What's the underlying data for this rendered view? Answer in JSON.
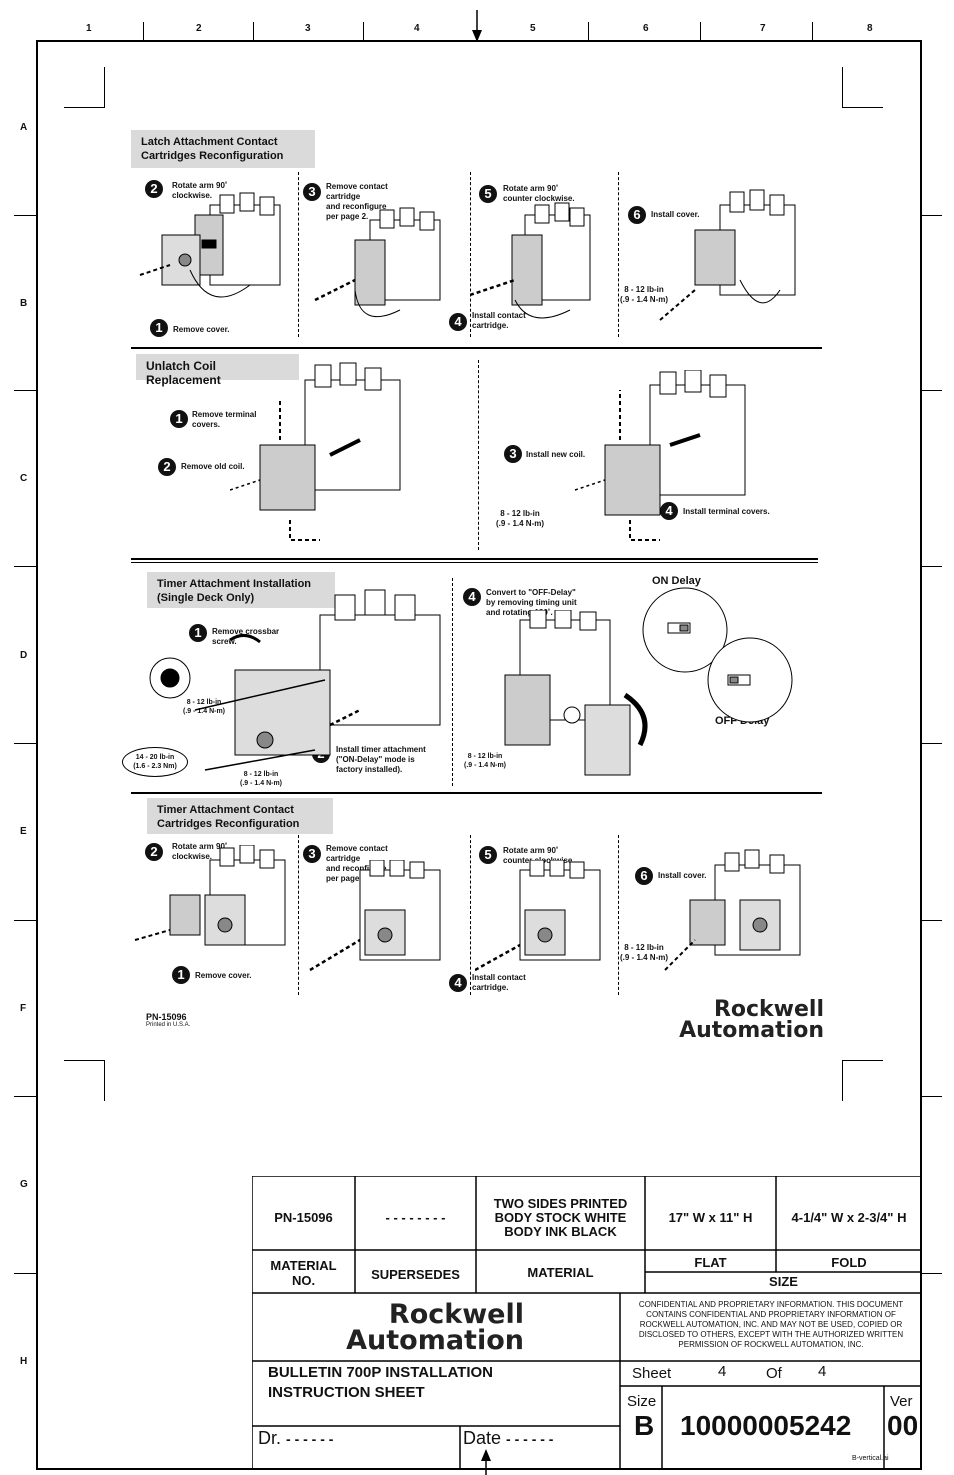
{
  "grid": {
    "columns": [
      "1",
      "2",
      "3",
      "4",
      "5",
      "6",
      "7",
      "8"
    ],
    "rows": [
      "A",
      "B",
      "C",
      "D",
      "E",
      "F",
      "G",
      "H"
    ]
  },
  "sections": {
    "latch": {
      "title_line1": "Latch Attachment Contact",
      "title_line2": "Cartridges Reconfiguration",
      "steps": [
        {
          "num": "2",
          "text_lines": [
            "Rotate arm 90˚",
            "clockwise."
          ]
        },
        {
          "num": "1",
          "text_lines": [
            "Remove cover."
          ]
        },
        {
          "num": "3",
          "text_lines": [
            "Remove contact",
            "cartridge",
            "and reconfigure",
            "per page 2."
          ]
        },
        {
          "num": "5",
          "text_lines": [
            "Rotate arm 90˚",
            "counter clockwise."
          ]
        },
        {
          "num": "4",
          "text_lines": [
            "Install contact",
            "cartridge."
          ]
        },
        {
          "num": "6",
          "text_lines": [
            "Install cover."
          ]
        }
      ],
      "torque_lines": [
        "8 - 12 lb-in",
        "(.9 - 1.4 N-m)"
      ]
    },
    "unlatch": {
      "title": "Unlatch Coil Replacement",
      "steps": [
        {
          "num": "1",
          "text_lines": [
            "Remove terminal",
            "covers."
          ]
        },
        {
          "num": "2",
          "text_lines": [
            "Remove old coil."
          ]
        },
        {
          "num": "3",
          "text_lines": [
            "Install new coil."
          ]
        },
        {
          "num": "4",
          "text_lines": [
            "Install terminal covers."
          ]
        }
      ],
      "torque_lines": [
        "8 - 12 lb-in",
        "(.9 - 1.4 N-m)"
      ]
    },
    "timer_install": {
      "title_line1": "Timer Attachment Installation",
      "title_line2": "(Single Deck Only)",
      "steps": [
        {
          "num": "1",
          "text_lines": [
            "Remove crossbar",
            "screw."
          ]
        },
        {
          "num": "2",
          "text_lines": [
            "Install timer attachment",
            "(\"ON-Delay\" mode is",
            "factory installed)."
          ]
        },
        {
          "num": "4",
          "text_lines": [
            "Convert to \"OFF-Delay\"",
            "by removing timing unit",
            "and rotating 180˚."
          ]
        }
      ],
      "torque_a_lines": [
        "8 - 12 lb-in",
        "(.9 - 1.4 N-m)"
      ],
      "torque_b_lines": [
        "14 - 20 lb-in",
        "(1.6 - 2.3 Nm)"
      ],
      "torque_c_lines": [
        "8 - 12 lb-in",
        "(.9 - 1.4 N-m)"
      ],
      "torque_d_lines": [
        "8 - 12 lb-in",
        "(.9 - 1.4 N-m)"
      ],
      "on_delay": "ON Delay",
      "off_delay": "OFF Delay"
    },
    "timer_contact": {
      "title_line1": "Timer Attachment Contact",
      "title_line2": "Cartridges Reconfiguration",
      "steps": [
        {
          "num": "2",
          "text_lines": [
            "Rotate arm 90˚",
            "clockwise."
          ]
        },
        {
          "num": "1",
          "text_lines": [
            "Remove cover."
          ]
        },
        {
          "num": "3",
          "text_lines": [
            "Remove contact",
            "cartridge",
            "and reconfigure",
            "per page 2."
          ]
        },
        {
          "num": "5",
          "text_lines": [
            "Rotate arm 90˚",
            "counter clockwise."
          ]
        },
        {
          "num": "4",
          "text_lines": [
            "Install contact",
            "cartridge."
          ]
        },
        {
          "num": "6",
          "text_lines": [
            "Install cover."
          ]
        }
      ],
      "torque_lines": [
        "8 - 12 lb-in",
        "(.9 - 1.4 N-m)"
      ]
    }
  },
  "footer": {
    "pn": "PN-15096",
    "printed": "Printed in U.S.A.",
    "logo_line1": "Rockwell",
    "logo_line2": "Automation"
  },
  "title_block": {
    "material_no": "PN-15096",
    "supersedes_value": "- - - - - - - -",
    "material_value_lines": [
      "TWO SIDES PRINTED",
      "BODY STOCK WHITE",
      "BODY INK BLACK"
    ],
    "flat_value": "17\" W x 11\" H",
    "fold_value": "4-1/4\" W x 2-3/4\" H",
    "material_no_label_lines": [
      "MATERIAL",
      "NO."
    ],
    "supersedes_label": "SUPERSEDES",
    "material_label": "MATERIAL",
    "flat_label": "FLAT",
    "fold_label": "FOLD",
    "size_label": "SIZE",
    "logo_line1": "Rockwell",
    "logo_line2": "Automation",
    "confidential_lines": [
      "CONFIDENTIAL AND PROPRIETARY INFORMATION.  THIS DOCUMENT",
      "CONTAINS CONFIDENTIAL AND PROPRIETARY INFORMATION OF",
      "ROCKWELL AUTOMATION, INC. AND MAY NOT BE USED, COPIED OR",
      "DISCLOSED TO OTHERS, EXCEPT WITH THE AUTHORIZED WRITTEN",
      "PERMISSION OF ROCKWELL AUTOMATION, INC."
    ],
    "title_lines": [
      "BULLETIN 700P INSTALLATION",
      "INSTRUCTION SHEET"
    ],
    "sheet_label": "Sheet",
    "sheet_num": "4",
    "of_label": "Of",
    "of_num": "4",
    "size_small_label": "Size",
    "size_value": "B",
    "doc_number": "10000005242",
    "ver_label": "Ver",
    "ver_value": "00",
    "dr_label": "Dr.",
    "dr_value": "- - - - - -",
    "date_label": "Date",
    "date_value": "- - - - - -",
    "file_name": "B-vertical.ai"
  }
}
